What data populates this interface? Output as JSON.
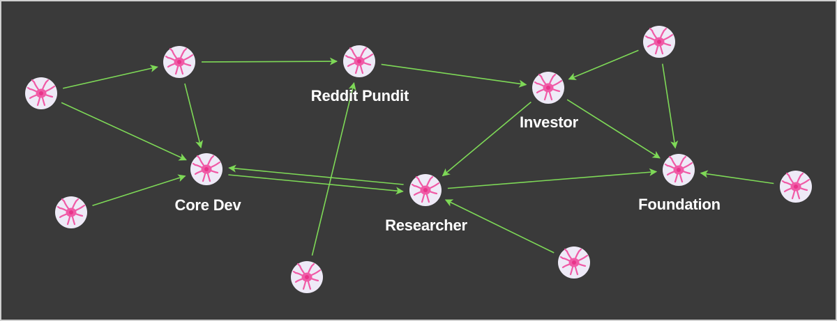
{
  "colors": {
    "background": "#3a3a3a",
    "border": "#cfcfcf",
    "edge": "#7ed957",
    "node_fill": "#eeeaf7",
    "neuron": "#f05aa6",
    "neuron_core": "#e8348a"
  },
  "node_icon": "neuron-icon",
  "nodes": [
    {
      "id": "n_left",
      "label": ""
    },
    {
      "id": "n_top1",
      "label": ""
    },
    {
      "id": "n_reddit",
      "label": "Reddit Pundit"
    },
    {
      "id": "n_investor",
      "label": "Investor"
    },
    {
      "id": "n_topright",
      "label": ""
    },
    {
      "id": "n_coredev",
      "label": "Core Dev"
    },
    {
      "id": "n_coredev_in",
      "label": ""
    },
    {
      "id": "n_researcher",
      "label": "Researcher"
    },
    {
      "id": "n_bottom_mid",
      "label": ""
    },
    {
      "id": "n_bottom_right",
      "label": ""
    },
    {
      "id": "n_foundation",
      "label": "Foundation"
    },
    {
      "id": "n_right",
      "label": ""
    }
  ],
  "edges": [
    {
      "from": "n_left",
      "to": "n_top1"
    },
    {
      "from": "n_left",
      "to": "n_coredev"
    },
    {
      "from": "n_top1",
      "to": "n_reddit"
    },
    {
      "from": "n_top1",
      "to": "n_coredev"
    },
    {
      "from": "n_reddit",
      "to": "n_investor"
    },
    {
      "from": "n_topright",
      "to": "n_investor"
    },
    {
      "from": "n_topright",
      "to": "n_foundation"
    },
    {
      "from": "n_investor",
      "to": "n_researcher"
    },
    {
      "from": "n_investor",
      "to": "n_foundation"
    },
    {
      "from": "n_coredev_in",
      "to": "n_coredev"
    },
    {
      "from": "n_coredev",
      "to": "n_researcher"
    },
    {
      "from": "n_researcher",
      "to": "n_coredev"
    },
    {
      "from": "n_researcher",
      "to": "n_foundation"
    },
    {
      "from": "n_bottom_mid",
      "to": "n_reddit"
    },
    {
      "from": "n_bottom_right",
      "to": "n_researcher"
    },
    {
      "from": "n_right",
      "to": "n_foundation"
    }
  ]
}
